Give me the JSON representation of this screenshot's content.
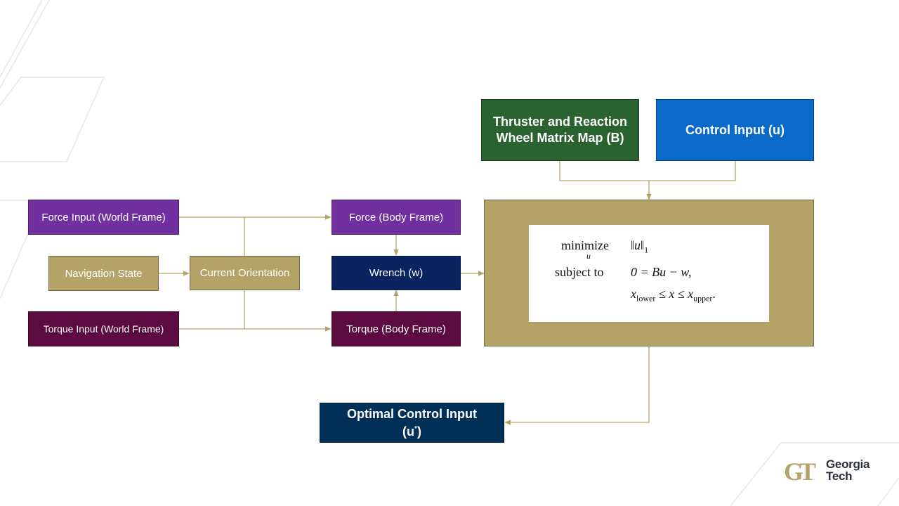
{
  "diagram": {
    "inputs": {
      "force_world": "Force Input (World Frame)",
      "navigation_state": "Navigation State",
      "torque_world": "Torque Input (World Frame)",
      "current_orientation": "Current Orientation"
    },
    "body_frame": {
      "force_body": "Force (Body Frame)",
      "wrench": "Wrench (w)",
      "torque_body": "Torque (Body Frame)"
    },
    "top": {
      "thruster_map": "Thruster and Reaction Wheel Matrix Map (B)",
      "control_input": "Control Input (u)"
    },
    "optimizer": {
      "minimize": "minimize",
      "minimize_sub": "u",
      "objective": "‖u‖",
      "objective_sub": "1",
      "subject_to": "subject to",
      "constraint1": "0 = Bu − w,",
      "constraint2_var_lower": "x",
      "constraint2_lower_sub": "lower",
      "constraint2_mid": " ≤ x ≤ ",
      "constraint2_var_upper": "x",
      "constraint2_upper_sub": "upper",
      "constraint2_end": "."
    },
    "output": {
      "optimal_control": "Optimal Control Input",
      "optimal_symbol": "(u",
      "optimal_sup": "*",
      "optimal_close": ")"
    }
  },
  "branding": {
    "logo_letters": "GT",
    "line1": "Georgia",
    "line2": "Tech"
  },
  "colors": {
    "purple": "#7030a0",
    "gold": "#b3a369",
    "plum": "#5c0a3f",
    "navy": "#0a2462",
    "green": "#2a6230",
    "blue": "#0a6ac8",
    "dark_blue": "#003057",
    "connector": "#b3a369"
  }
}
